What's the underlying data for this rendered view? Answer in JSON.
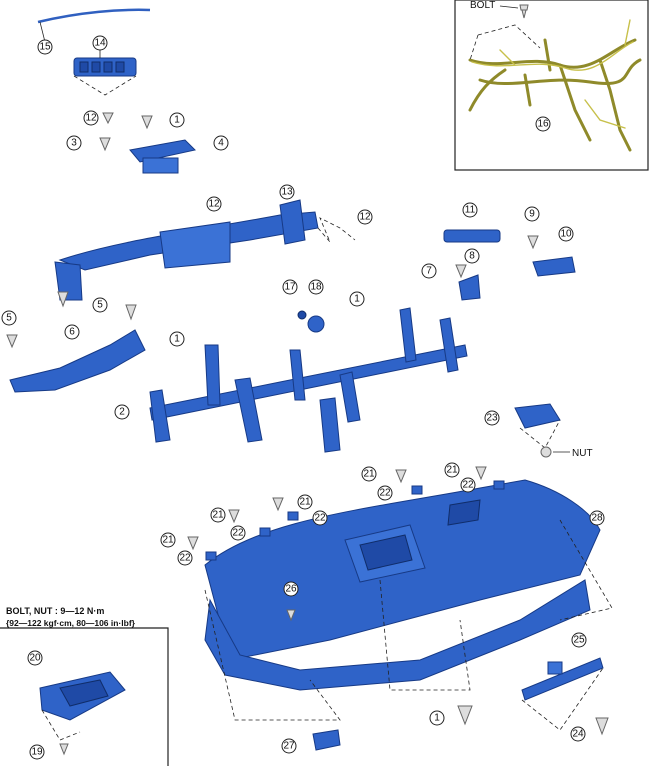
{
  "labels": {
    "bolt_top": "BOLT",
    "nut": "NUT",
    "torque_line1": "BOLT, NUT : 9—12 N·m",
    "torque_line2": "{92—122 kgf·cm, 80—106 in·lbf}"
  },
  "callouts": [
    "15",
    "14",
    "12",
    "1",
    "3",
    "4",
    "13",
    "12",
    "12",
    "11",
    "9",
    "10",
    "7",
    "8",
    "17",
    "18",
    "1",
    "5",
    "5",
    "6",
    "1",
    "2",
    "23",
    "21",
    "22",
    "21",
    "22",
    "21",
    "21",
    "22",
    "22",
    "28",
    "21",
    "22",
    "26",
    "20",
    "25",
    "19",
    "1",
    "27",
    "24",
    "16"
  ]
}
